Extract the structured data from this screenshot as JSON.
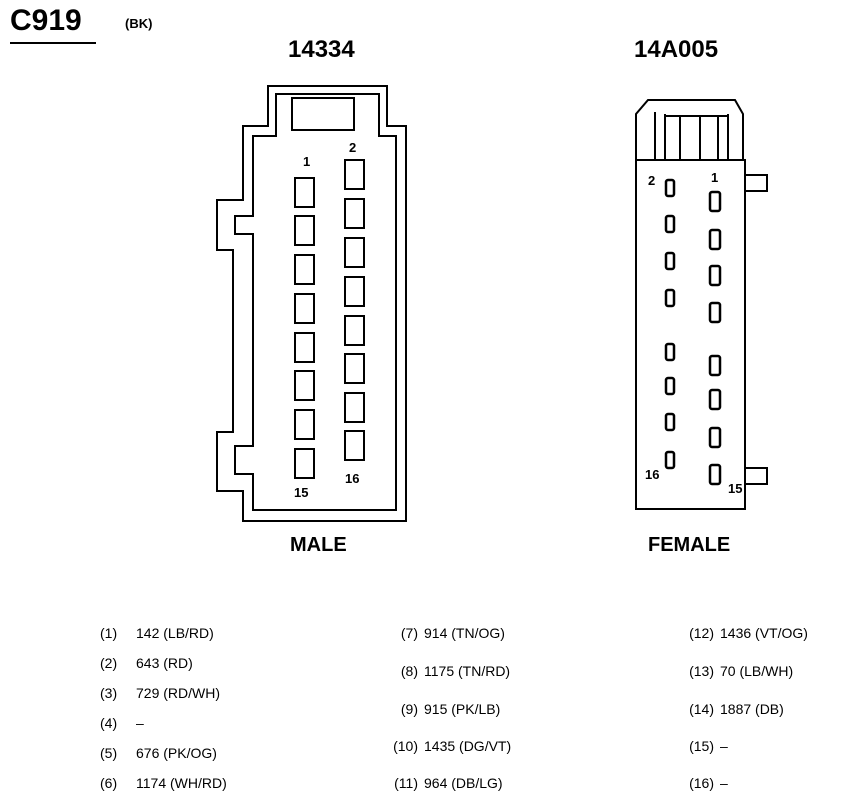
{
  "connector": {
    "id": "C919",
    "color_code": "(BK)"
  },
  "male": {
    "part_number": "14334",
    "label": "MALE",
    "pin_labels": [
      "1",
      "2",
      "15",
      "16"
    ]
  },
  "female": {
    "part_number": "14A005",
    "label": "FEMALE",
    "pin_labels": [
      "2",
      "1",
      "16",
      "15"
    ]
  },
  "wires": [
    {
      "pin": "(1)",
      "circuit": "142 (LB/RD)"
    },
    {
      "pin": "(2)",
      "circuit": "643 (RD)"
    },
    {
      "pin": "(3)",
      "circuit": "729 (RD/WH)"
    },
    {
      "pin": "(4)",
      "circuit": "–"
    },
    {
      "pin": "(5)",
      "circuit": "676 (PK/OG)"
    },
    {
      "pin": "(6)",
      "circuit": "1174 (WH/RD)"
    },
    {
      "pin": "(7)",
      "circuit": "914 (TN/OG)"
    },
    {
      "pin": "(8)",
      "circuit": "1175 (TN/RD)"
    },
    {
      "pin": "(9)",
      "circuit": "915 (PK/LB)"
    },
    {
      "pin": "(10)",
      "circuit": "1435 (DG/VT)"
    },
    {
      "pin": "(11)",
      "circuit": "964 (DB/LG)"
    },
    {
      "pin": "(12)",
      "circuit": "1436 (VT/OG)"
    },
    {
      "pin": "(13)",
      "circuit": "70 (LB/WH)"
    },
    {
      "pin": "(14)",
      "circuit": "1887 (DB)"
    },
    {
      "pin": "(15)",
      "circuit": "–"
    },
    {
      "pin": "(16)",
      "circuit": "–"
    }
  ]
}
